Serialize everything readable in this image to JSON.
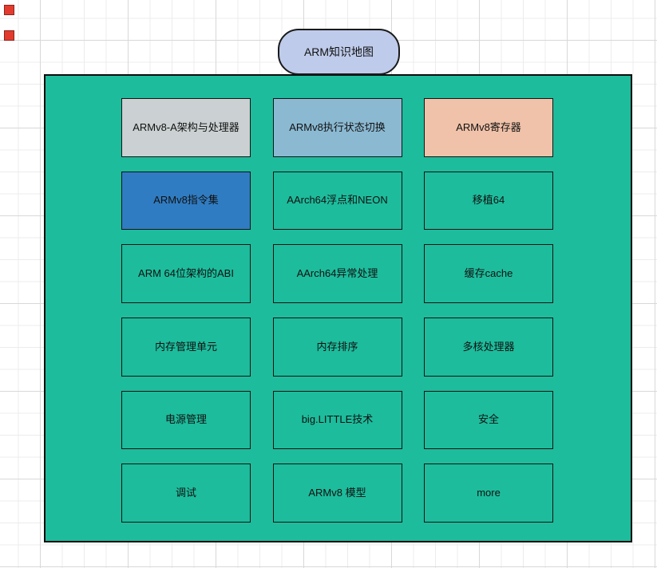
{
  "diagram": {
    "root": {
      "label": "ARM知识地图",
      "fill": "#becbea",
      "border": "#1a1a1a"
    },
    "container": {
      "fill": "#1dbc9c",
      "border": "#0d0d0d"
    },
    "boxes": [
      {
        "label": "ARMv8-A架构与处理器",
        "fill": "#cbd1d2"
      },
      {
        "label": "ARMv8执行状态切换",
        "fill": "#8bb9d2"
      },
      {
        "label": "ARMv8寄存器",
        "fill": "#f0c2a9"
      },
      {
        "label": "ARMv8指令集",
        "fill": "#307cc2"
      },
      {
        "label": "AArch64浮点和NEON",
        "fill": "transparent"
      },
      {
        "label": "移植64",
        "fill": "transparent"
      },
      {
        "label": "ARM 64位架构的ABI",
        "fill": "transparent"
      },
      {
        "label": "AArch64异常处理",
        "fill": "transparent"
      },
      {
        "label": "缓存cache",
        "fill": "transparent"
      },
      {
        "label": "内存管理单元",
        "fill": "transparent"
      },
      {
        "label": "内存排序",
        "fill": "transparent"
      },
      {
        "label": "多核处理器",
        "fill": "transparent"
      },
      {
        "label": "电源管理",
        "fill": "transparent"
      },
      {
        "label": "big.LITTLE技术",
        "fill": "transparent"
      },
      {
        "label": "安全",
        "fill": "transparent"
      },
      {
        "label": "调试",
        "fill": "transparent"
      },
      {
        "label": "ARMv8 模型",
        "fill": "transparent"
      },
      {
        "label": "more",
        "fill": "transparent"
      }
    ],
    "marker_color": "#e23b2e",
    "grid": {
      "minor_line_color": "#ececec",
      "major_line_color": "#d8d8d8"
    }
  }
}
